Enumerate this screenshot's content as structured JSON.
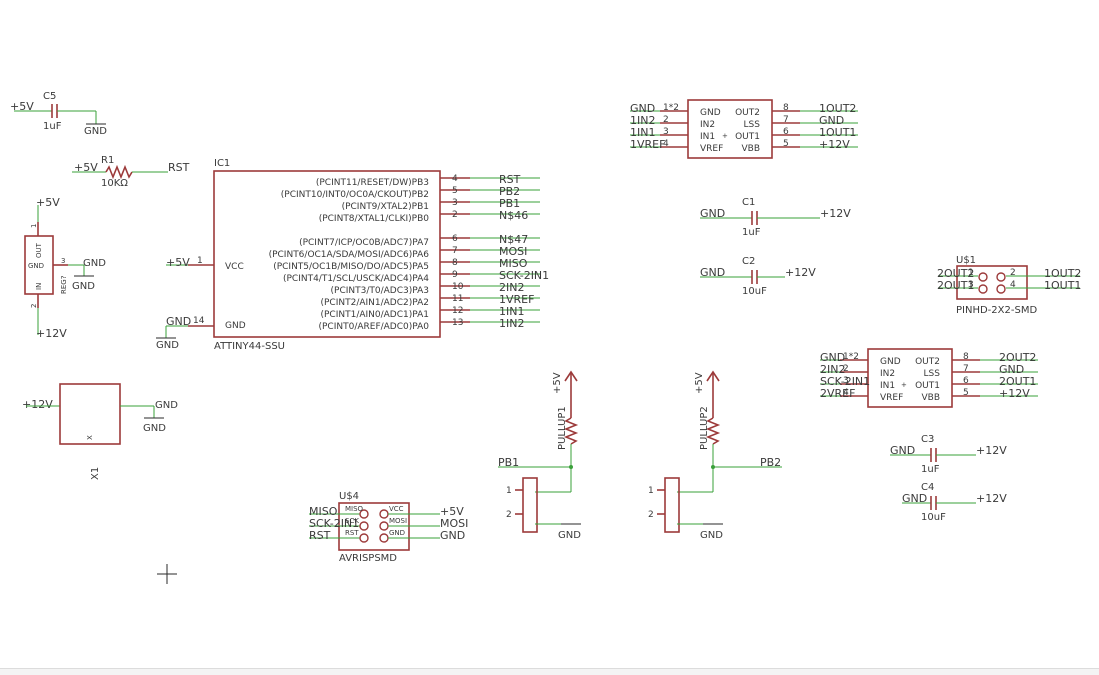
{
  "c5": {
    "name": "C5",
    "value": "1uF",
    "n1": "+5V",
    "n2": "GND"
  },
  "r1": {
    "name": "R1",
    "value": "10KΩ",
    "n1": "+5V",
    "n2": "RST"
  },
  "reg": {
    "n_top": "+5V",
    "n_gnd": "GND",
    "n_bottom": "+12V",
    "gnd_label": "GND",
    "out_label": "OUT",
    "in_label": "IN",
    "part": "REG?",
    "pin1": "1",
    "pin2": "2",
    "pin3": "3"
  },
  "ic1": {
    "name": "IC1",
    "part": "ATTINY44-SSU",
    "vcc": "VCC",
    "gnd": "GND",
    "vcc_net": "+5V",
    "gnd_net": "GND",
    "gnd_net2": "GND",
    "vcc_pin": "1",
    "gnd_pin": "14",
    "pins": [
      {
        "label": "(PCINT11/RESET/DW)PB3",
        "num": "4",
        "net": "RST"
      },
      {
        "label": "(PCINT10/INT0/OC0A/CKOUT)PB2",
        "num": "5",
        "net": "PB2"
      },
      {
        "label": "(PCINT9/XTAL2)PB1",
        "num": "3",
        "net": "PB1"
      },
      {
        "label": "(PCINT8/XTAL1/CLKI)PB0",
        "num": "2",
        "net": "N$46"
      },
      {
        "label": "(PCINT7/ICP/OC0B/ADC7)PA7",
        "num": "6",
        "net": "N$47"
      },
      {
        "label": "(PCINT6/OC1A/SDA/MOSI/ADC6)PA6",
        "num": "7",
        "net": "MOSI"
      },
      {
        "label": "(PCINT5/OC1B/MISO/DO/ADC5)PA5",
        "num": "8",
        "net": "MISO"
      },
      {
        "label": "(PCINT4/T1/SCL/USCK/ADC4)PA4",
        "num": "9",
        "net": "SCK-2IN1"
      },
      {
        "label": "(PCINT3/T0/ADC3)PA3",
        "num": "10",
        "net": "2IN2"
      },
      {
        "label": "(PCINT2/AIN1/ADC2)PA2",
        "num": "11",
        "net": "1VREF"
      },
      {
        "label": "(PCINT1/AIN0/ADC1)PA1",
        "num": "12",
        "net": "1IN1"
      },
      {
        "label": "(PCINT0/AREF/ADC0)PA0",
        "num": "13",
        "net": "1IN2"
      }
    ]
  },
  "drv1": {
    "left": [
      {
        "net": "GND",
        "num": "1*2",
        "label": "GND"
      },
      {
        "net": "1IN2",
        "num": "2",
        "label": "IN2"
      },
      {
        "net": "1IN1",
        "num": "3",
        "label": "IN1"
      },
      {
        "net": "1VREF",
        "num": "4",
        "label": "VREF"
      }
    ],
    "right": [
      {
        "label": "OUT2",
        "num": "8",
        "net": "1OUT2"
      },
      {
        "label": "LSS",
        "num": "7",
        "net": "GND"
      },
      {
        "label": "OUT1",
        "num": "6",
        "net": "1OUT1"
      },
      {
        "label": "VBB",
        "num": "5",
        "net": "+12V"
      }
    ]
  },
  "drv2": {
    "left": [
      {
        "net": "GND",
        "num": "1*2",
        "label": "GND"
      },
      {
        "net": "2IN2",
        "num": "2",
        "label": "IN2"
      },
      {
        "net": "SCK-2IN1",
        "num": "3",
        "label": "IN1"
      },
      {
        "net": "2VREF",
        "num": "4",
        "label": "VREF"
      }
    ],
    "right": [
      {
        "label": "OUT2",
        "num": "8",
        "net": "2OUT2"
      },
      {
        "label": "LSS",
        "num": "7",
        "net": "GND"
      },
      {
        "label": "OUT1",
        "num": "6",
        "net": "2OUT1"
      },
      {
        "label": "VBB",
        "num": "5",
        "net": "+12V"
      }
    ]
  },
  "c1": {
    "name": "C1",
    "value": "1uF",
    "n1": "GND",
    "n2": "+12V"
  },
  "c2": {
    "name": "C2",
    "value": "10uF",
    "n1": "GND",
    "n2": "+12V"
  },
  "c3": {
    "name": "C3",
    "value": "1uF",
    "n1": "GND",
    "n2": "+12V"
  },
  "c4": {
    "name": "C4",
    "value": "10uF",
    "n1": "GND",
    "n2": "+12V"
  },
  "us1": {
    "name": "U$1",
    "part": "PINHD-2X2-SMD",
    "l1": "2OUT2",
    "l2": "2OUT1",
    "p1": "1",
    "p2": "3",
    "p3": "2",
    "p4": "4",
    "r1": "1OUT2",
    "r2": "1OUT1"
  },
  "jack": {
    "n1": "+12V",
    "n2": "GND",
    "n3": "GND",
    "name": "X1",
    "pin": "X"
  },
  "pullup1": {
    "name": "PULLUP1",
    "vnet": "+5V",
    "net": "PB1",
    "gnd": "GND",
    "p1": "1",
    "p2": "2"
  },
  "pullup2": {
    "name": "PULLUP2",
    "vnet": "+5V",
    "net": "PB2",
    "gnd": "GND",
    "p1": "1",
    "p2": "2"
  },
  "us4": {
    "name": "U$4",
    "part": "AVRISPSMD",
    "left": [
      "MISO",
      "SCK-2IN1",
      "RST"
    ],
    "right": [
      "+5V",
      "MOSI",
      "GND"
    ],
    "inner_left": [
      "MISO",
      "SCK",
      "RST"
    ],
    "inner_right": [
      "VCC",
      "MOSI",
      "GND"
    ]
  },
  "colors": {
    "wire": "#3aa03a",
    "part": "#9c3a3a",
    "text": "#3a3a3a"
  }
}
